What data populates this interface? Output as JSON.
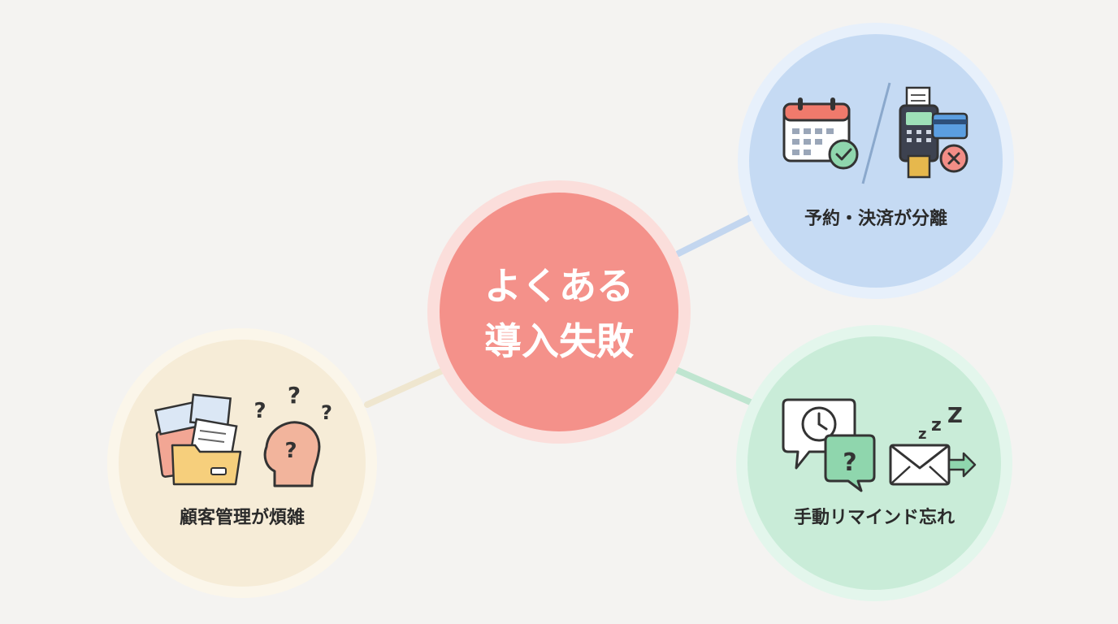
{
  "center": {
    "line1": "よくある",
    "line2": "導入失敗",
    "color": "#f4918a"
  },
  "nodes": [
    {
      "id": "booking-payment",
      "label": "予約・決済が分離",
      "color": "#c5daf3",
      "icons": [
        "calendar-check-icon",
        "payment-terminal-x-icon"
      ]
    },
    {
      "id": "customer-management",
      "label": "顧客管理が煩雑",
      "color": "#f6ecd7",
      "icons": [
        "messy-folders-icon",
        "confused-head-icon"
      ]
    },
    {
      "id": "manual-reminder",
      "label": "手動リマインド忘れ",
      "color": "#c9ecd8",
      "icons": [
        "clock-question-chat-icon",
        "sleeping-envelope-icon"
      ]
    }
  ]
}
